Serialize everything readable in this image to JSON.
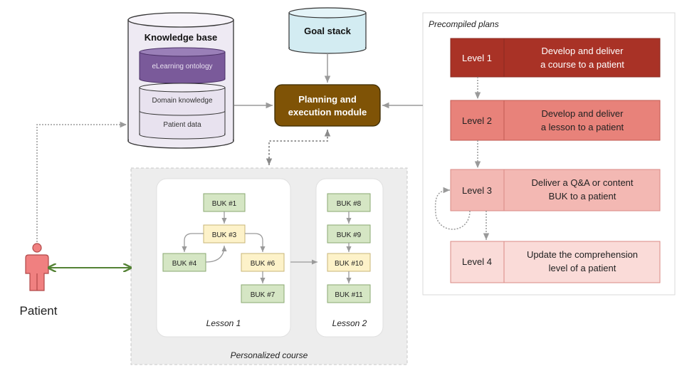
{
  "knowledge_base": {
    "title": "Knowledge base",
    "elearning": "eLearning ontology",
    "domain": "Domain knowledge",
    "patient_data": "Patient data"
  },
  "goal_stack": {
    "title": "Goal stack"
  },
  "planning": {
    "line1": "Planning and",
    "line2": "execution module"
  },
  "precompiled": {
    "title": "Precompiled plans",
    "levels": [
      {
        "label": "Level 1",
        "desc1": "Develop and deliver",
        "desc2": "a course to a patient"
      },
      {
        "label": "Level 2",
        "desc1": "Develop and deliver",
        "desc2": "a lesson to a patient"
      },
      {
        "label": "Level 3",
        "desc1": "Deliver a Q&A or content",
        "desc2": "BUK to a patient"
      },
      {
        "label": "Level 4",
        "desc1": "Update the comprehension",
        "desc2": "level of a patient"
      }
    ]
  },
  "course": {
    "title": "Personalized course",
    "lesson1": {
      "title": "Lesson 1",
      "buks": [
        "BUK #1",
        "BUK #3",
        "BUK #4",
        "BUK #6",
        "BUK #7"
      ]
    },
    "lesson2": {
      "title": "Lesson 2",
      "buks": [
        "BUK #8",
        "BUK #9",
        "BUK #10",
        "BUK #11"
      ]
    }
  },
  "patient": {
    "label": "Patient"
  },
  "colors": {
    "level1": "#a93226",
    "level2": "#e8827a",
    "level3": "#f3b8b3",
    "level4": "#fadbd8",
    "planning": "#7f5306",
    "goal_stack": "#d3ecf2",
    "kb_cylinder": "#eeeaf3",
    "elearning": "#7a5a9a",
    "buk_green": "#d5e6c4",
    "buk_yellow": "#fdf2c9",
    "patient": "#f08080",
    "patient_arrow": "#548235"
  }
}
